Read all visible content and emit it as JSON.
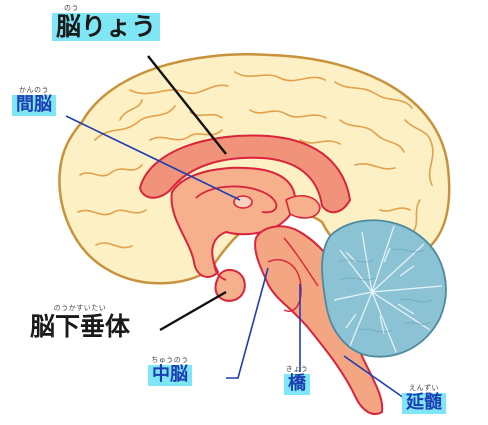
{
  "labels": {
    "corpus": {
      "ruby": "のう",
      "text": "脳りょう"
    },
    "diencephalon": {
      "ruby": "かんのう",
      "text": "間脳"
    },
    "pituitary": {
      "ruby": "のうかすいたい",
      "text": "脳下垂体"
    },
    "midbrain": {
      "ruby": "ちゅうのう",
      "text": "中脳"
    },
    "pons": {
      "ruby": "きょう",
      "text": "橋"
    },
    "medulla": {
      "ruby": "えんずい",
      "text": "延髄"
    }
  },
  "colors": {
    "cortex_fill": "#fdf0c4",
    "cortex_line": "#e2a14c",
    "brainstem_fill": "#f4a582",
    "outline_red": "#d8243c",
    "cerebellum_fill": "#8cc3d4",
    "label_bg": "#7ee6f4",
    "leader_black": "#111111",
    "leader_blue": "#1d3fb2"
  }
}
